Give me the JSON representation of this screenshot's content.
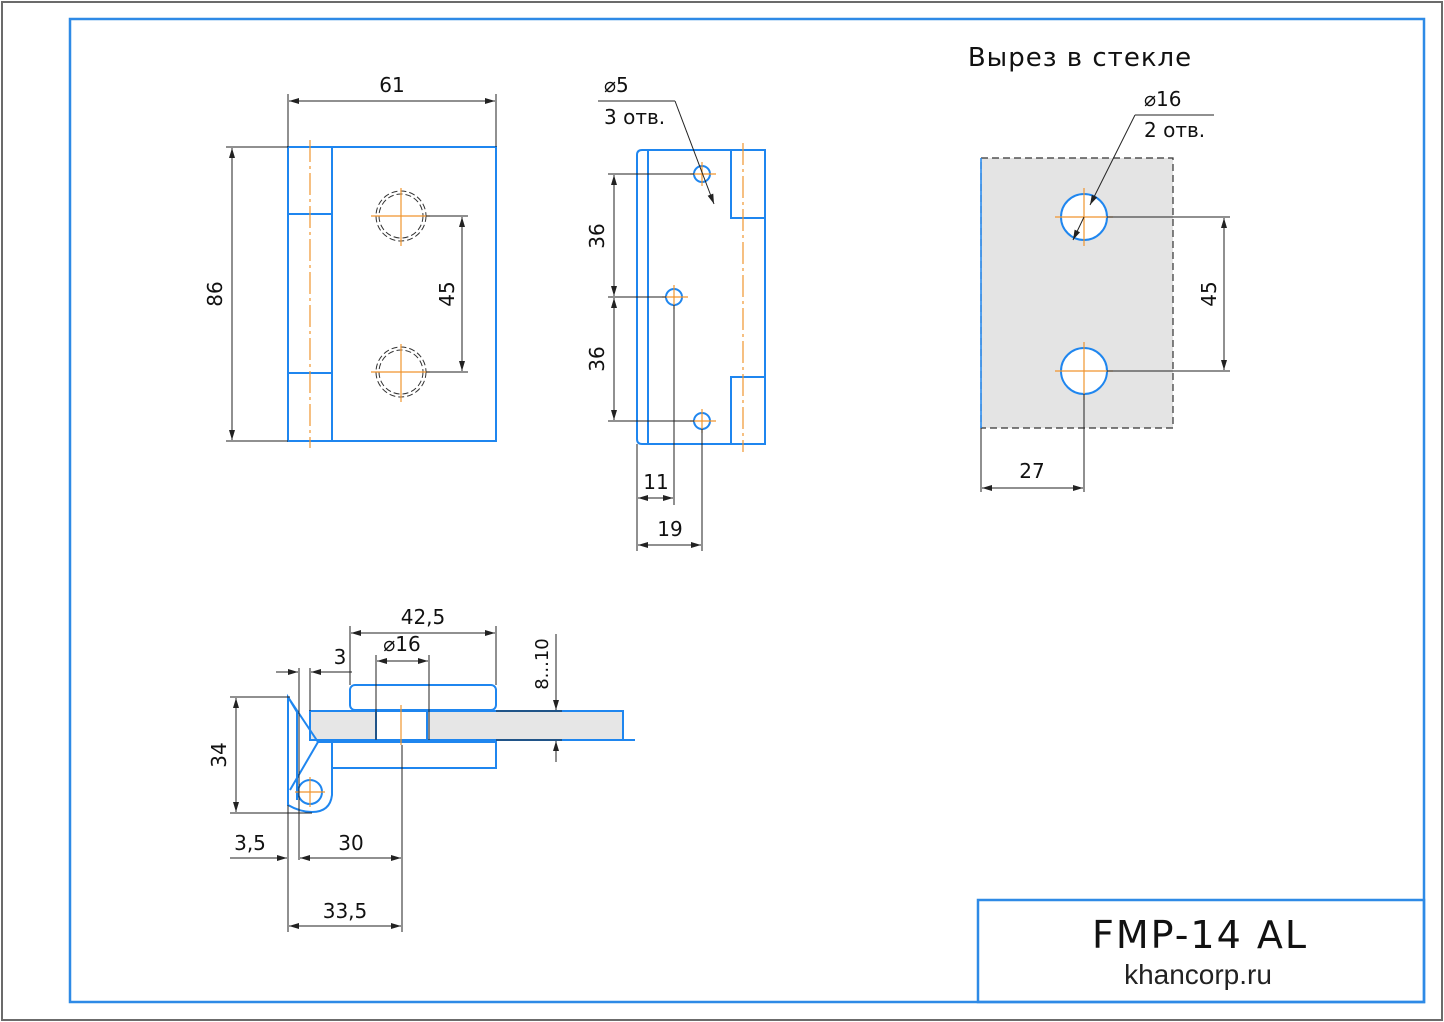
{
  "drawing": {
    "colors": {
      "frame": "#2e8ae6",
      "part": "#1f86ef",
      "axis": "#f0952e",
      "glass": "#e6e6e6",
      "dimension": "#222222"
    },
    "front_view": {
      "width_label": "61",
      "height_label": "86",
      "hole_spacing_label": "45"
    },
    "side_view": {
      "hole_callout_diameter": "⌀5",
      "hole_callout_count": "3 отв.",
      "spacing_top_label": "36",
      "spacing_bottom_label": "36",
      "offset_inner_label": "11",
      "offset_outer_label": "19"
    },
    "glass_cutout": {
      "title": "Вырез в стекле",
      "hole_callout_diameter": "⌀16",
      "hole_callout_count": "2 отв.",
      "hole_spacing_label": "45",
      "edge_offset_label": "27"
    },
    "section_view": {
      "overall_length_label": "42,5",
      "hole_diameter_label": "⌀16",
      "gap_label": "3",
      "glass_thickness_label": "8...10",
      "height_label": "34",
      "pivot_offset_label": "3,5",
      "hole_offset_label": "30",
      "total_offset_label": "33,5"
    },
    "title_block": {
      "model": "FMP-14 AL",
      "website": "khancorp.ru"
    }
  }
}
